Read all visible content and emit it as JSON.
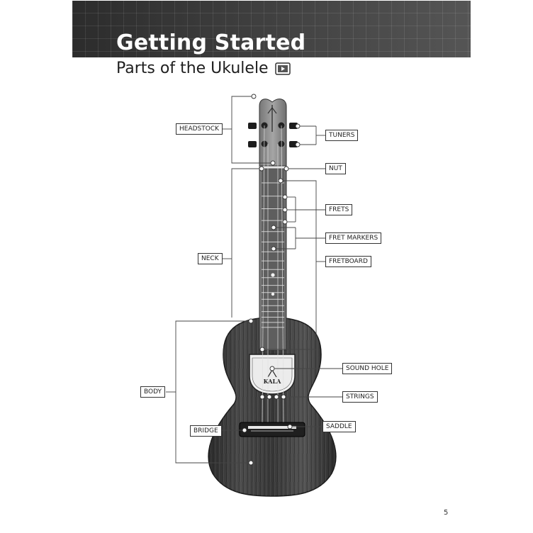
{
  "header": {
    "title": "Getting Started",
    "subtitle": "Parts of the Ukulele",
    "video_icon": "play-video-icon"
  },
  "labels": {
    "headstock": "HEADSTOCK",
    "tuners": "TUNERS",
    "nut": "NUT",
    "frets": "FRETS",
    "fret_markers": "FRET MARKERS",
    "fretboard": "FRETBOARD",
    "neck": "NECK",
    "sound_hole": "SOUND HOLE",
    "body": "BODY",
    "strings": "STRINGS",
    "bridge": "BRIDGE",
    "saddle": "SADDLE"
  },
  "ukulele_brand": "KALA",
  "footer": {
    "page_number": "5"
  },
  "colors": {
    "banner": "#3b3b3b",
    "wood_dark": "#2e2e2e",
    "wood_light": "#5a5a5a",
    "fretboard": "#555555",
    "label_border": "#333333"
  }
}
